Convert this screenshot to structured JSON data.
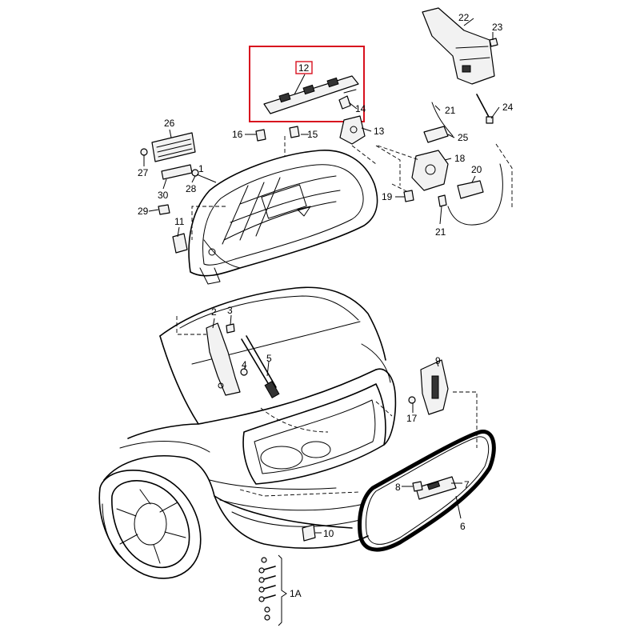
{
  "labels": {
    "l1": "1",
    "l1a": "1A",
    "l2": "2",
    "l3": "3",
    "l4": "4",
    "l5": "5",
    "l6": "6",
    "l7": "7",
    "l8": "8",
    "l9": "9",
    "l10": "10",
    "l11": "11",
    "l12": "12",
    "l13": "13",
    "l14": "14",
    "l15": "15",
    "l16": "16",
    "l17": "17",
    "l18": "18",
    "l19": "19",
    "l20": "20",
    "l21a": "21",
    "l21b": "21",
    "l22": "22",
    "l23": "23",
    "l24": "24",
    "l25": "25",
    "l26": "26",
    "l27": "27",
    "l28": "28",
    "l29": "29",
    "l30": "30"
  },
  "colors": {
    "highlight": "#d8101e",
    "line": "#000000"
  }
}
